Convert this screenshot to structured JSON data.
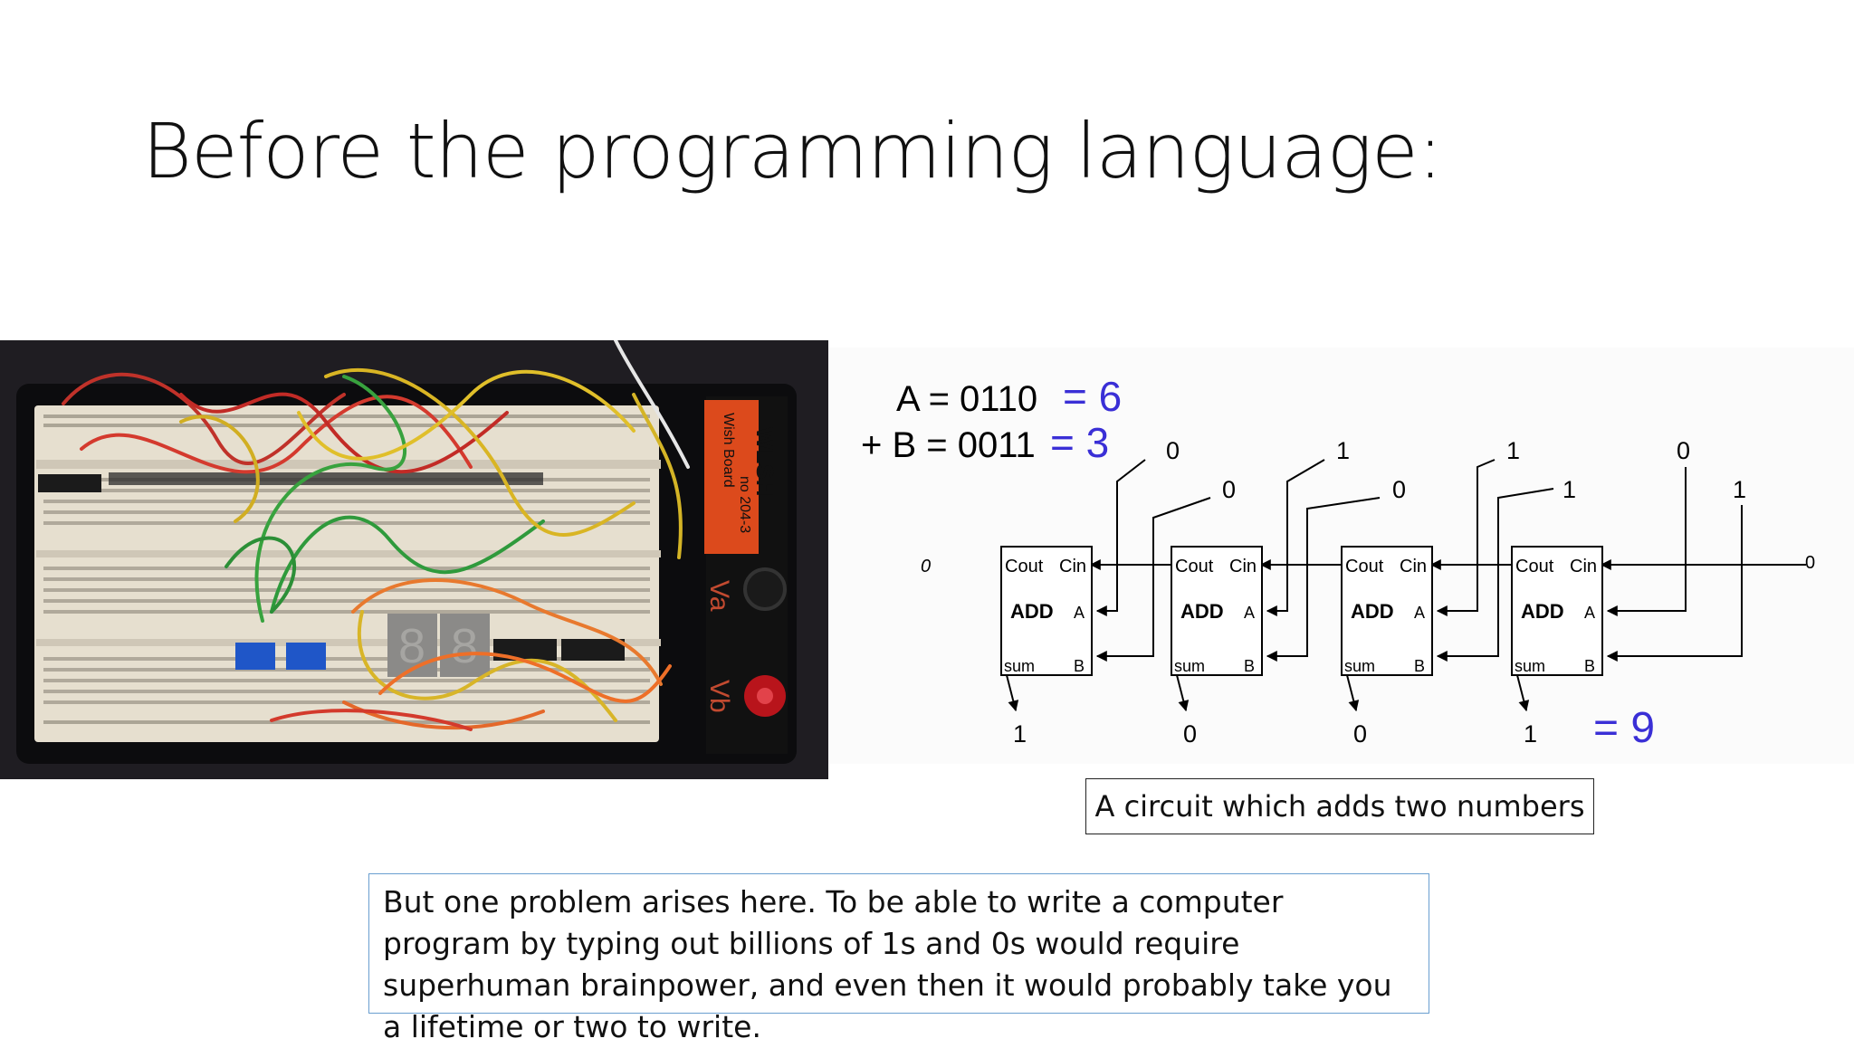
{
  "slide": {
    "title": "Before the programming language:",
    "caption": "A circuit which adds two numbers",
    "note": "But one problem arises here. To be able to write a computer program by typing out billions of 1s and 0s would require superhuman brainpower, and even then it would probably take you a lifetime or two to write."
  },
  "photo": {
    "board_labels": [
      "WLSH",
      "Wish Board",
      "no 204-3"
    ],
    "jack_labels": [
      "Va",
      "Vb"
    ]
  },
  "diagram": {
    "equation_a": "A = 0110",
    "equation_a_value": "= 6",
    "equation_b": "+ B = 0011",
    "equation_b_value": "= 3",
    "carry_out": "0",
    "carry_in": "0",
    "pin_cout": "Cout",
    "pin_cin": "Cin",
    "pin_a": "A",
    "pin_b": "B",
    "pin_sum": "sum",
    "block_label": "ADD",
    "adders": [
      {
        "a": "0",
        "b": "0",
        "sum": "1"
      },
      {
        "a": "1",
        "b": "0",
        "sum": "0"
      },
      {
        "a": "1",
        "b": "1",
        "sum": "0"
      },
      {
        "a": "0",
        "b": "1",
        "sum": "1"
      }
    ],
    "result": "= 9",
    "accent_color": "#3a2fd6"
  }
}
